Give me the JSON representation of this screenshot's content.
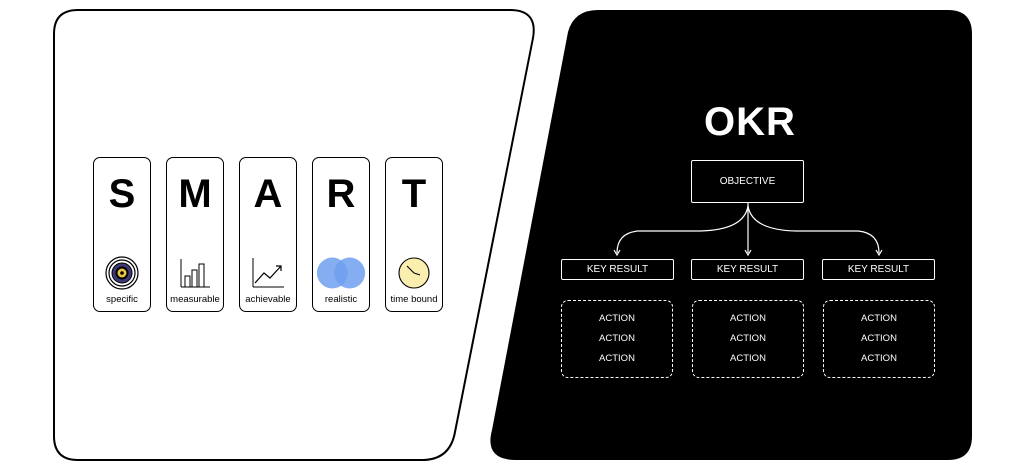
{
  "smart": {
    "cards": [
      {
        "letter": "S",
        "label": "specific",
        "icon": "target-icon"
      },
      {
        "letter": "M",
        "label": "measurable",
        "icon": "bar-chart-icon"
      },
      {
        "letter": "A",
        "label": "achievable",
        "icon": "trend-up-icon"
      },
      {
        "letter": "R",
        "label": "realistic",
        "icon": "overlapping-circles-icon"
      },
      {
        "letter": "T",
        "label": "time bound",
        "icon": "clock-icon"
      }
    ]
  },
  "okr": {
    "title": "OKR",
    "objective": "OBJECTIVE",
    "key_results": [
      {
        "label": "KEY RESULT",
        "actions": [
          "ACTION",
          "ACTION",
          "ACTION"
        ]
      },
      {
        "label": "KEY RESULT",
        "actions": [
          "ACTION",
          "ACTION",
          "ACTION"
        ]
      },
      {
        "label": "KEY RESULT",
        "actions": [
          "ACTION",
          "ACTION",
          "ACTION"
        ]
      }
    ]
  },
  "colors": {
    "left_panel": "#ffffff",
    "right_panel": "#000000",
    "realistic_blue": "#6f9ff0",
    "clock_yellow": "#fbefb0"
  }
}
